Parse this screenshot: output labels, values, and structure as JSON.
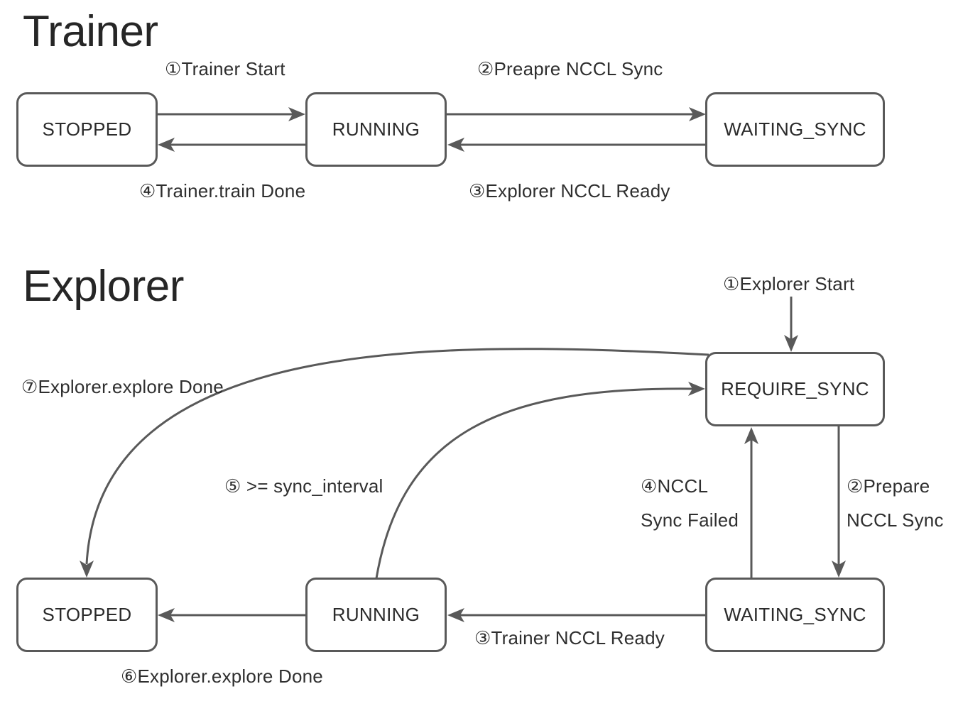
{
  "trainer": {
    "title": "Trainer",
    "states": {
      "stopped": "STOPPED",
      "running": "RUNNING",
      "waiting_sync": "WAITING_SYNC"
    },
    "transitions": {
      "start": "①Trainer Start",
      "prepare_sync": "②Preapre NCCL Sync",
      "explorer_ready": "③Explorer NCCL Ready",
      "train_done": "④Trainer.train Done"
    }
  },
  "explorer": {
    "title": "Explorer",
    "states": {
      "require_sync": "REQUIRE_SYNC",
      "stopped": "STOPPED",
      "running": "RUNNING",
      "waiting_sync": "WAITING_SYNC"
    },
    "transitions": {
      "start": "①Explorer Start",
      "prepare_sync_1": "②Prepare",
      "prepare_sync_2": "NCCL Sync",
      "trainer_ready": "③Trainer NCCL Ready",
      "sync_failed_1": "④NCCL",
      "sync_failed_2": "Sync Failed",
      "sync_interval": "⑤ >= sync_interval",
      "explore_done_running": "⑥Explorer.explore Done",
      "explore_done_require": "⑦Explorer.explore Done"
    }
  },
  "colors": {
    "line": "#595959",
    "text": "#2b2b2b",
    "background": "#ffffff"
  }
}
